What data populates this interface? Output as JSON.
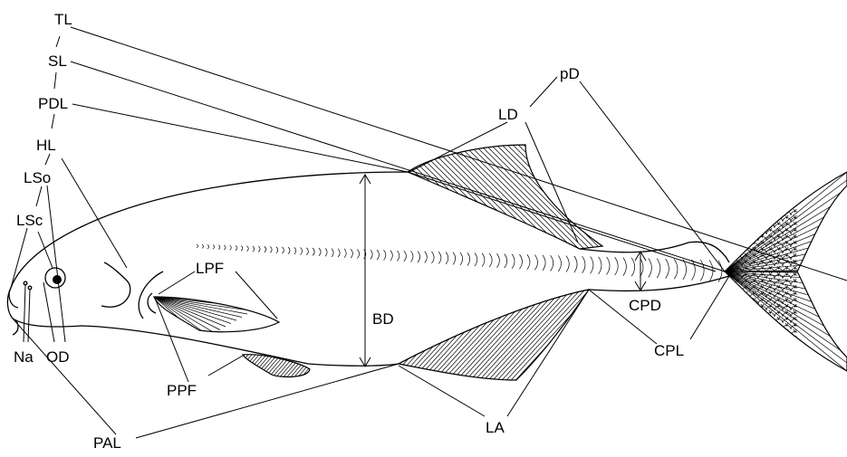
{
  "diagram": {
    "labels": {
      "tl": "TL",
      "sl": "SL",
      "pdl": "PDL",
      "hl": "HL",
      "lso": "LSo",
      "lsc": "LSc",
      "na": "Na",
      "od": "OD",
      "lpf": "LPF",
      "ppf": "PPF",
      "bd": "BD",
      "pal": "PAL",
      "pd": "pD",
      "ld": "LD",
      "cpd": "CPD",
      "cpl": "CPL",
      "la": "LA"
    }
  }
}
